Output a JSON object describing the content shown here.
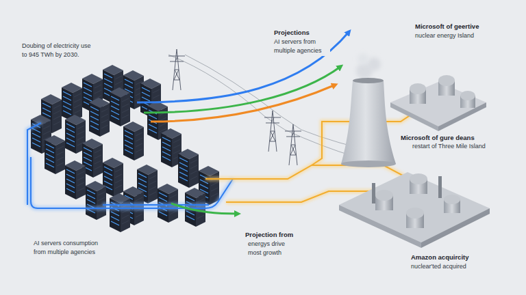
{
  "diagram": {
    "labels": [
      "Doubing of electricity use to 945 TWh by 2030.",
      "Projections",
      "AI servers from multiple agencies",
      "Microsoft of geertive",
      "nuclear energy Island",
      "Microsoft of gure deans",
      "restart of Three Mile Island",
      "AI servers consumption from multiple agencies",
      "Projection from",
      "energys drive most growth",
      "Amazon acquircity",
      "nuclear'ted acquired"
    ]
  }
}
